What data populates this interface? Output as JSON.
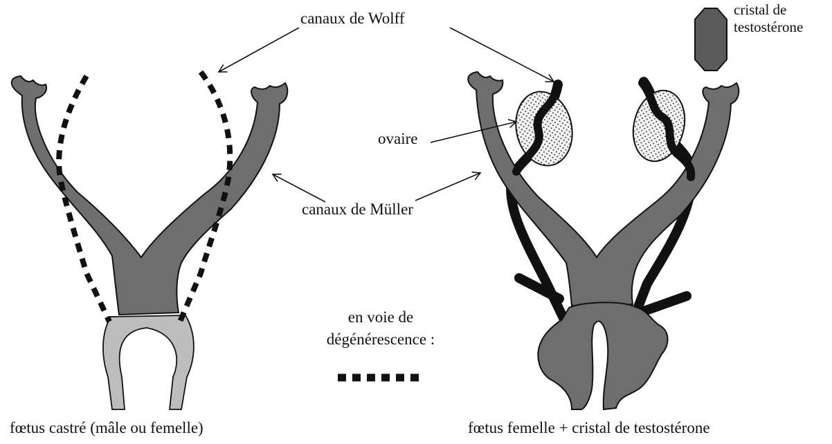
{
  "labels": {
    "wolff": "canaux de Wolff",
    "crystal_line1": "cristal de",
    "crystal_line2": "testostérone",
    "ovaire": "ovaire",
    "muller": "canaux de Müller",
    "legend_line1": "en voie de",
    "legend_line2": "dégénérescence :",
    "caption_left": "fœtus castré (mâle ou femelle)",
    "caption_right": "fœtus femelle + cristal de testostérone"
  },
  "colors": {
    "muller_fill": "#6e6e6e",
    "sinus_fill": "#bdbdbd",
    "crystal_fill": "#5a5a5a",
    "wolff_stroke": "#111111",
    "ovary_fill": "#f4f4f4",
    "outline": "#111111",
    "background": "#ffffff"
  }
}
